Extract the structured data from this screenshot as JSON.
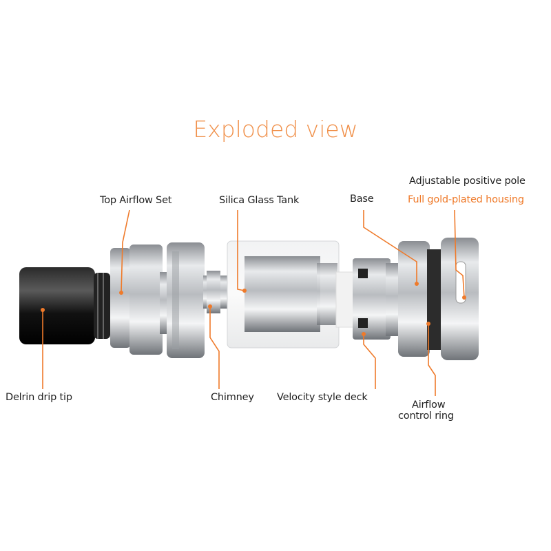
{
  "title": "Exploded view",
  "labels": {
    "top_airflow_set": "Top Airflow Set",
    "silica_glass_tank": "Silica Glass Tank",
    "base": "Base",
    "adjustable_positive_pole": "Adjustable positive pole",
    "full_gold_plated_housing": "Full gold-plated housing",
    "delrin_drip_tip": "Delrin drip tip",
    "chimney": "Chimney",
    "velocity_style_deck": "Velocity style deck",
    "airflow_control_ring_line1": "Airflow",
    "airflow_control_ring_line2": "control ring"
  },
  "colors": {
    "accent": "#ef7a2a",
    "text": "#1f1f1f"
  }
}
